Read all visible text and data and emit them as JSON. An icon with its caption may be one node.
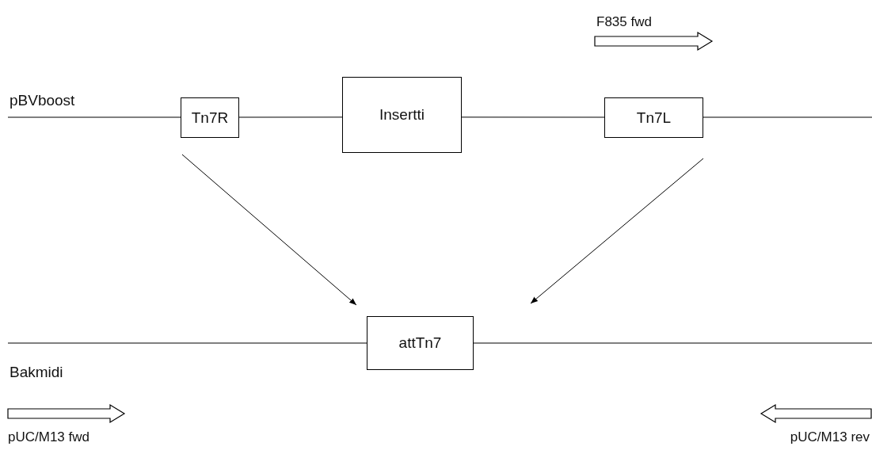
{
  "diagram": {
    "nodes": [
      {
        "text": [
          "Tn7R"
        ]
      },
      {
        "text": [
          "Insertti"
        ]
      },
      {
        "text": [
          "Tn7L"
        ]
      },
      {
        "text": [
          "attTn7"
        ]
      }
    ],
    "edges": [
      {
        "from": null,
        "to": 0,
        "arrow": "none"
      },
      {
        "from": 0,
        "to": 1,
        "arrow": "none"
      },
      {
        "from": 1,
        "to": 2,
        "arrow": "none"
      },
      {
        "from": 2,
        "to": null,
        "arrow": "none"
      },
      {
        "from": 0,
        "to": 3,
        "arrow": "to"
      },
      {
        "from": 2,
        "to": 3,
        "arrow": "to"
      },
      {
        "from": null,
        "to": 3,
        "arrow": "none"
      },
      {
        "from": 3,
        "to": null,
        "arrow": "none"
      }
    ],
    "labels": [
      "F835 fwd",
      "pBVboost",
      "Bakmidi",
      "pUC/M13 fwd",
      "pUC/M13 rev"
    ]
  }
}
